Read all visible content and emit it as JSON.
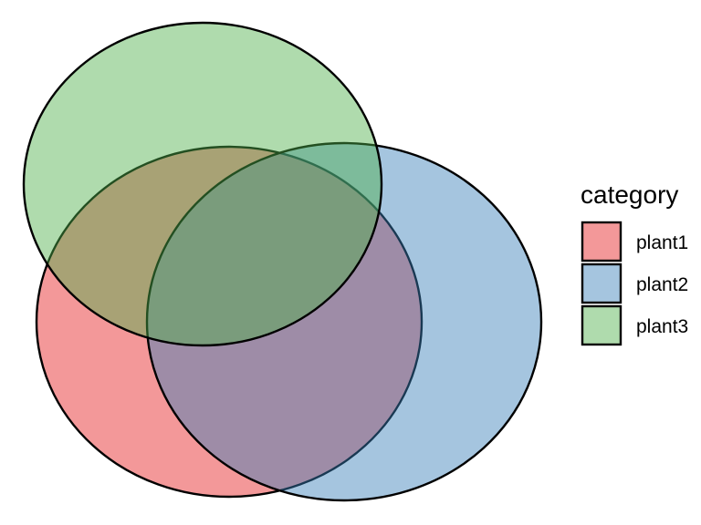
{
  "legend": {
    "title": "category",
    "items": [
      {
        "label": "plant1",
        "color": "#E41A1C"
      },
      {
        "label": "plant2",
        "color": "#377EB8"
      },
      {
        "label": "plant3",
        "color": "#4DAF4A"
      }
    ]
  },
  "sets": [
    {
      "name": "plant1",
      "color": "#E41A1C",
      "fill_opacity": 0.45
    },
    {
      "name": "plant2",
      "color": "#377EB8",
      "fill_opacity": 0.45
    },
    {
      "name": "plant3",
      "color": "#4DAF4A",
      "fill_opacity": 0.45
    }
  ],
  "outline_color": "#000000"
}
